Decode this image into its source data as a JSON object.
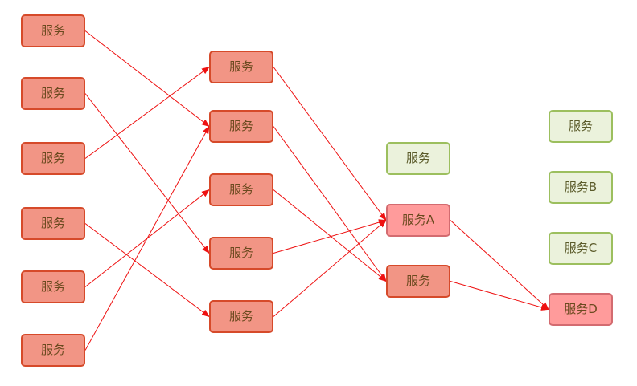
{
  "diagram": {
    "nodes": [
      {
        "id": "n1",
        "label": "服务",
        "style": "red"
      },
      {
        "id": "n2",
        "label": "服务",
        "style": "red"
      },
      {
        "id": "n3",
        "label": "服务",
        "style": "red"
      },
      {
        "id": "n4",
        "label": "服务",
        "style": "red"
      },
      {
        "id": "n5",
        "label": "服务",
        "style": "red"
      },
      {
        "id": "n6",
        "label": "服务",
        "style": "red"
      },
      {
        "id": "m1",
        "label": "服务",
        "style": "red"
      },
      {
        "id": "m2",
        "label": "服务",
        "style": "red"
      },
      {
        "id": "m3",
        "label": "服务",
        "style": "red"
      },
      {
        "id": "m4",
        "label": "服务",
        "style": "red"
      },
      {
        "id": "m5",
        "label": "服务",
        "style": "red"
      },
      {
        "id": "t1",
        "label": "服务",
        "style": "green"
      },
      {
        "id": "tA",
        "label": "服务A",
        "style": "pink"
      },
      {
        "id": "t3",
        "label": "服务",
        "style": "red"
      },
      {
        "id": "r1",
        "label": "服务",
        "style": "green"
      },
      {
        "id": "rB",
        "label": "服务B",
        "style": "green"
      },
      {
        "id": "rC",
        "label": "服务C",
        "style": "green"
      },
      {
        "id": "rD",
        "label": "服务D",
        "style": "pink"
      }
    ],
    "edges": [
      {
        "from": "n1",
        "to": "m2"
      },
      {
        "from": "n2",
        "to": "m4"
      },
      {
        "from": "n3",
        "to": "m1"
      },
      {
        "from": "n4",
        "to": "m5"
      },
      {
        "from": "n5",
        "to": "m3"
      },
      {
        "from": "n6",
        "to": "m2"
      },
      {
        "from": "m1",
        "to": "tA"
      },
      {
        "from": "m2",
        "to": "t3"
      },
      {
        "from": "m3",
        "to": "t3"
      },
      {
        "from": "m4",
        "to": "tA"
      },
      {
        "from": "m5",
        "to": "tA"
      },
      {
        "from": "tA",
        "to": "rD"
      },
      {
        "from": "t3",
        "to": "rD"
      }
    ],
    "colors": {
      "edge": "#ee1111",
      "red_fill": "#f29585",
      "red_border": "#d64a2a",
      "green_fill": "#ebf2dc",
      "green_border": "#9cbf5e",
      "pink_fill": "#ff9b9b",
      "pink_border": "#d36b70"
    }
  }
}
